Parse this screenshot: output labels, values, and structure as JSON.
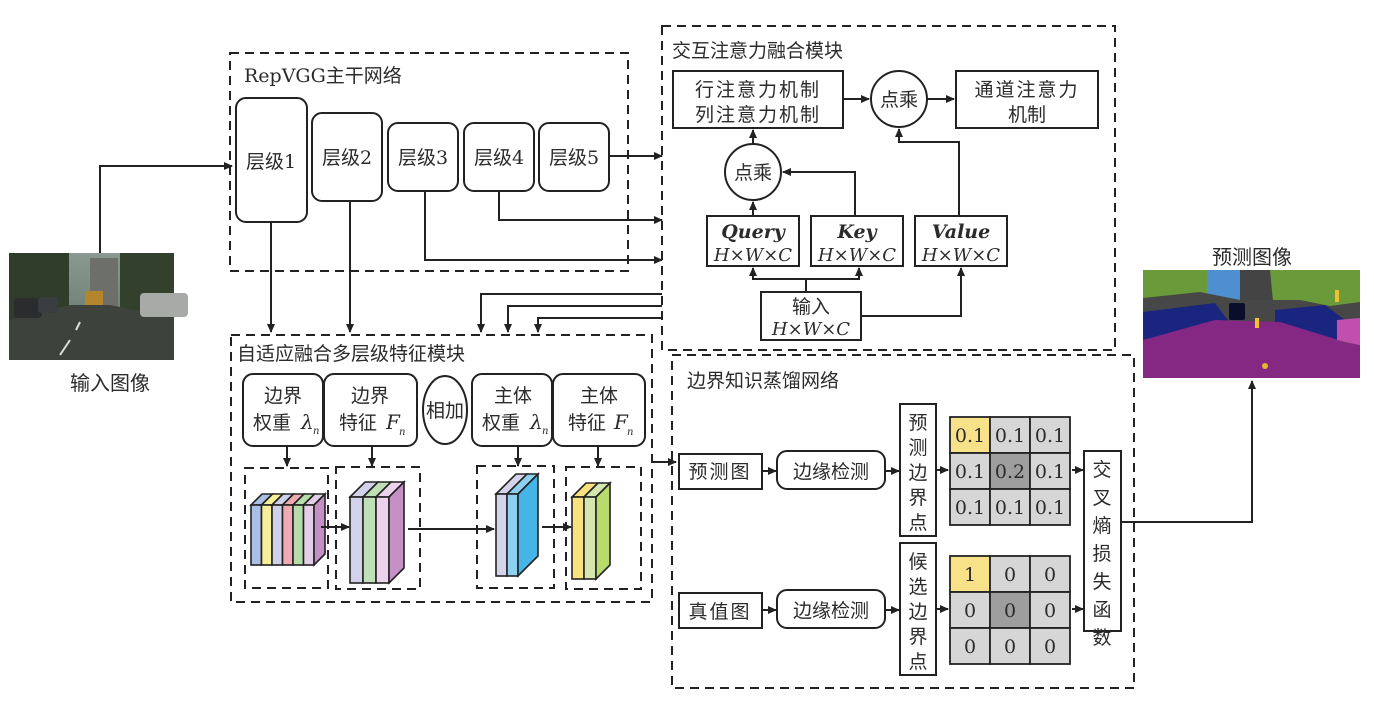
{
  "input_image": {
    "label": "输入图像"
  },
  "output_image": {
    "label": "预测图像"
  },
  "backbone": {
    "title": "RepVGG主干网络",
    "stages": [
      "层级1",
      "层级2",
      "层级3",
      "层级4",
      "层级5"
    ]
  },
  "attention_module": {
    "title": "交互注意力融合模块",
    "row_col_attention": [
      "行注意力机制",
      "列注意力机制"
    ],
    "dot_product_top": "点乘",
    "dot_product_mid": "点乘",
    "channel_attention": [
      "通道注意力",
      "机制"
    ],
    "query": {
      "name": "Query",
      "shape": "H×W×C"
    },
    "key": {
      "name": "Key",
      "shape": "H×W×C"
    },
    "value": {
      "name": "Value",
      "shape": "H×W×C"
    },
    "input": {
      "name": "输入",
      "shape": "H×W×C"
    }
  },
  "fusion_module": {
    "title": "自适应融合多层级特征模块",
    "boxes": [
      {
        "line1": "边界",
        "line2": "权重",
        "symbol": "λ",
        "sub": "n"
      },
      {
        "line1": "边界",
        "line2": "特征",
        "symbol": "F",
        "sub": "n"
      },
      {
        "line1": "主体",
        "line2": "权重",
        "symbol": "λ",
        "sub": "n"
      },
      {
        "line1": "主体",
        "line2": "特征",
        "symbol": "F",
        "sub": "n"
      }
    ],
    "add_label": "相加",
    "cube_colors": {
      "cube1": [
        "#a9bfe3",
        "#f7ef97",
        "#cfd0ea",
        "#f1a9b2",
        "#b6dcab",
        "#e4cde6",
        "#c38fc4"
      ],
      "cube2": [
        "#d2d2ec",
        "#bfe0b5",
        "#ecd2ea",
        "#c490c6"
      ],
      "cube3": [
        "#d4d3ea",
        "#8ed0f1",
        "#45b4e6"
      ],
      "cube4": [
        "#f9e17d",
        "#d4e7b1",
        "#b9da6d"
      ]
    }
  },
  "distill_network": {
    "title": "边界知识蒸馏网络",
    "pred_map": "预测图",
    "gt_map": "真值图",
    "edge_detect": "边缘检测",
    "pred_points": "预测边界点",
    "candidate_points": "候选边界点",
    "loss": "交叉熵损失函数",
    "pred_grid": [
      [
        "0.1",
        "0.1",
        "0.1"
      ],
      [
        "0.1",
        "0.2",
        "0.1"
      ],
      [
        "0.1",
        "0.1",
        "0.1"
      ]
    ],
    "gt_grid": [
      [
        "1",
        "0",
        "0"
      ],
      [
        "0",
        "0",
        "0"
      ],
      [
        "0",
        "0",
        "0"
      ]
    ],
    "colors": {
      "highlight": "#f8e289",
      "center": "#9e9e9e",
      "cell": "#d6d6d6"
    }
  }
}
